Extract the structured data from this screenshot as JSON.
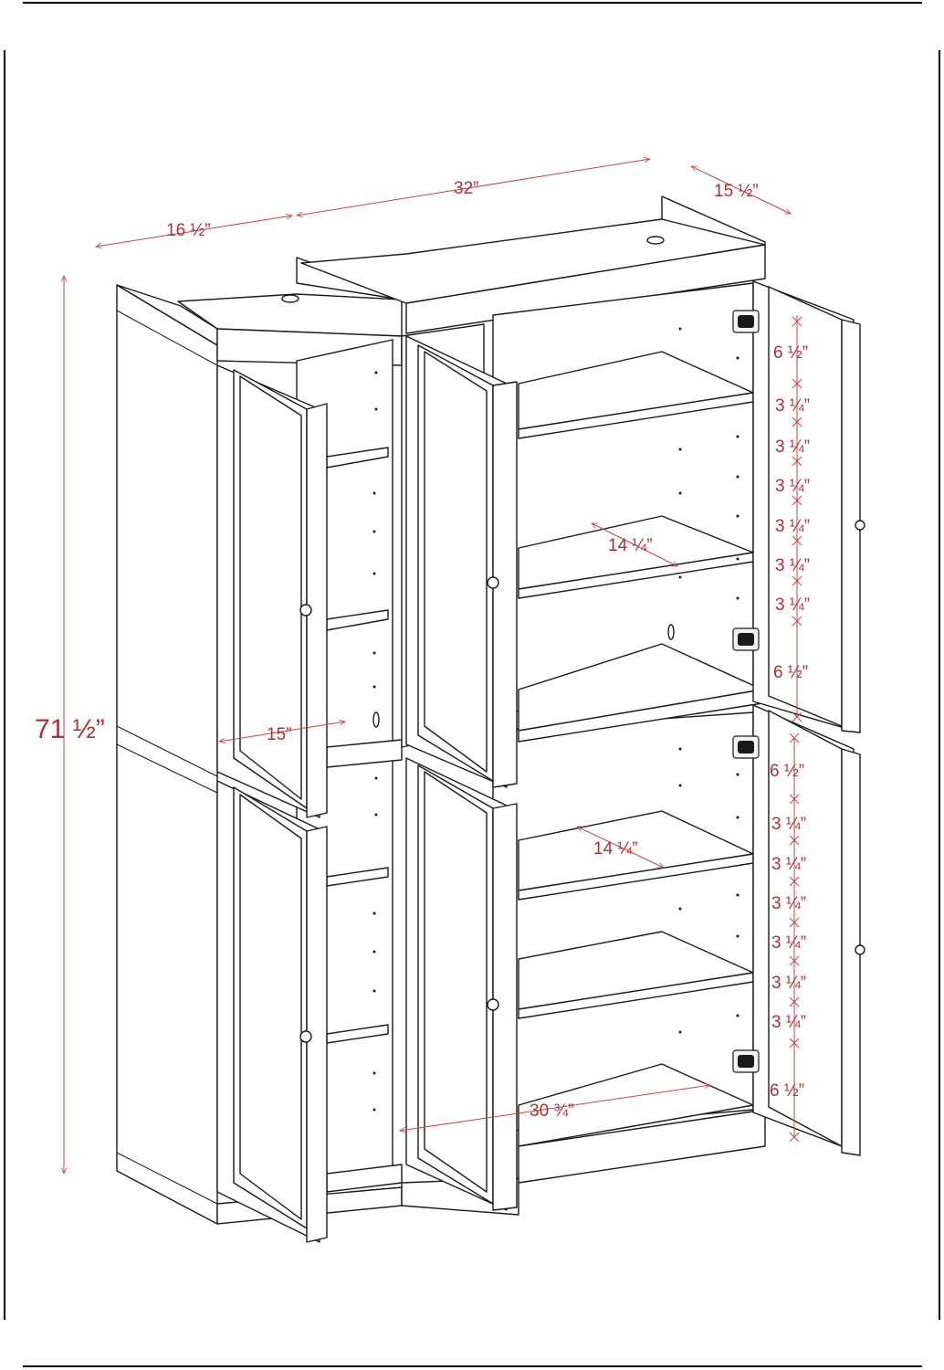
{
  "dimensions": {
    "overall_width": "32”",
    "depth": "15 ½”",
    "left_width": "16 ½”",
    "height": "71 ½”",
    "left_door_width": "15”",
    "upper_shelf_width": "14 ¼”",
    "lower_shelf_width": "14 ¼”",
    "bottom_inner_width": "30 ¾”"
  },
  "upper_spacing": [
    "6 ½”",
    "3 ¼”",
    "3 ¼”",
    "3 ¼”",
    "3 ¼”",
    "3 ¼”",
    "3 ¼”",
    "6 ½”"
  ],
  "lower_spacing": [
    "6 ½”",
    "3 ¼”",
    "3 ¼”",
    "3 ¼”",
    "3 ¼”",
    "3 ¼”",
    "3 ¼”",
    "6 ½”"
  ],
  "colors": {
    "dimension": "#b03030",
    "line_art": "#1a1a1a",
    "background": "#ffffff"
  }
}
